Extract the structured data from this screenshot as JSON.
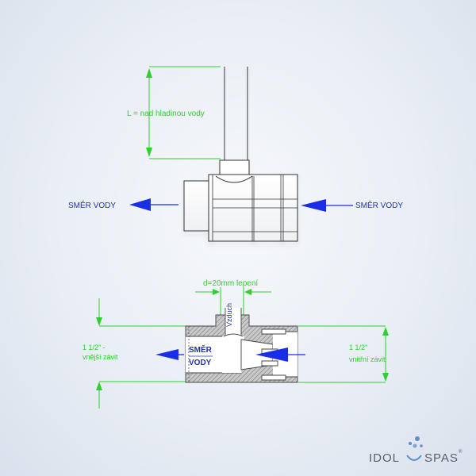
{
  "top_view": {
    "dimension_label": "L = nad hladinou vody",
    "flow_left_label": "SMĚR VODY",
    "flow_right_label": "SMĚR VODY"
  },
  "section_view": {
    "diameter_label": "d=20mm lepení",
    "air_label": "Vzduch",
    "flow_label_line1": "SMĚR",
    "flow_label_line2": "VODY",
    "left_thread_line1": "1 1/2\" -",
    "left_thread_line2": "vnější závit",
    "right_thread_line1": "1 1/2\"",
    "right_thread_line2": "vnitřní závit"
  },
  "logo": {
    "left": "IDOL",
    "right": "SPAS",
    "mark": "®"
  },
  "colors": {
    "dimension": "#2fcf2f",
    "arrow": "#1a2ee6",
    "outline": "#333333",
    "hatch": "#9a9a9a"
  }
}
